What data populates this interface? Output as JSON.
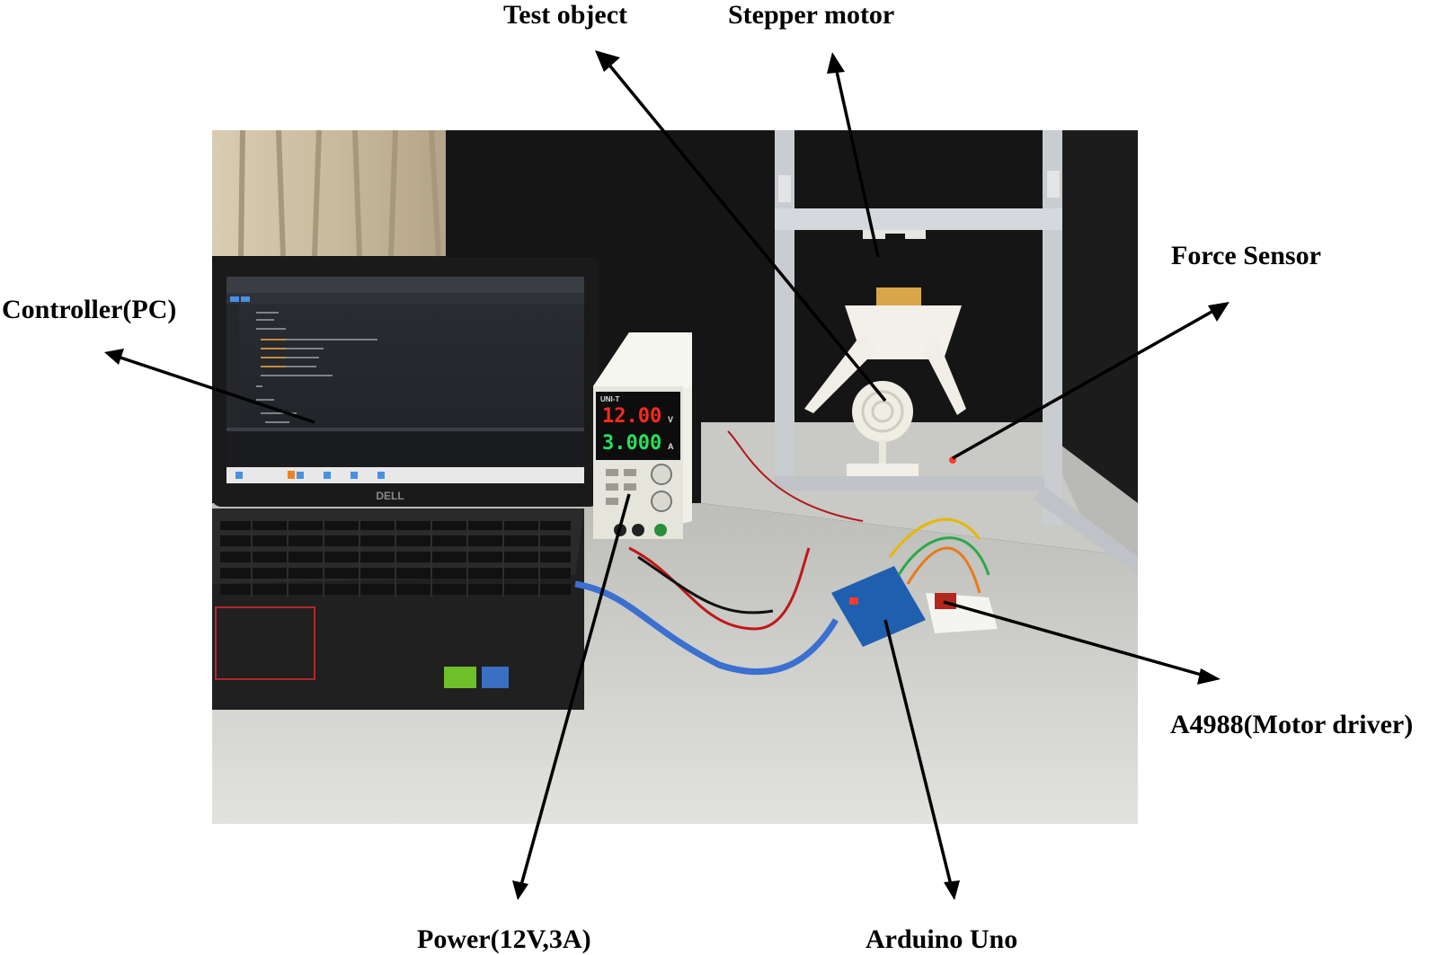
{
  "labels": {
    "test_object": "Test object",
    "stepper_motor": "Stepper motor",
    "force_sensor": "Force Sensor",
    "controller": "Controller(PC)",
    "motor_driver": "A4988(Motor driver)",
    "power": "Power(12V,3A)",
    "arduino": "Arduino Uno"
  },
  "power_supply": {
    "voltage_display": "12.00",
    "voltage_unit": "V",
    "current_display": "3.000",
    "current_unit": "A",
    "brand": "UNI-T"
  },
  "laptop": {
    "brand": "DELL"
  },
  "colors": {
    "arrow": "#000000",
    "voltage_led": "#ff2a1a",
    "current_led": "#27e05a",
    "background_curtain": "#151515",
    "table": "#d8d8d4"
  }
}
